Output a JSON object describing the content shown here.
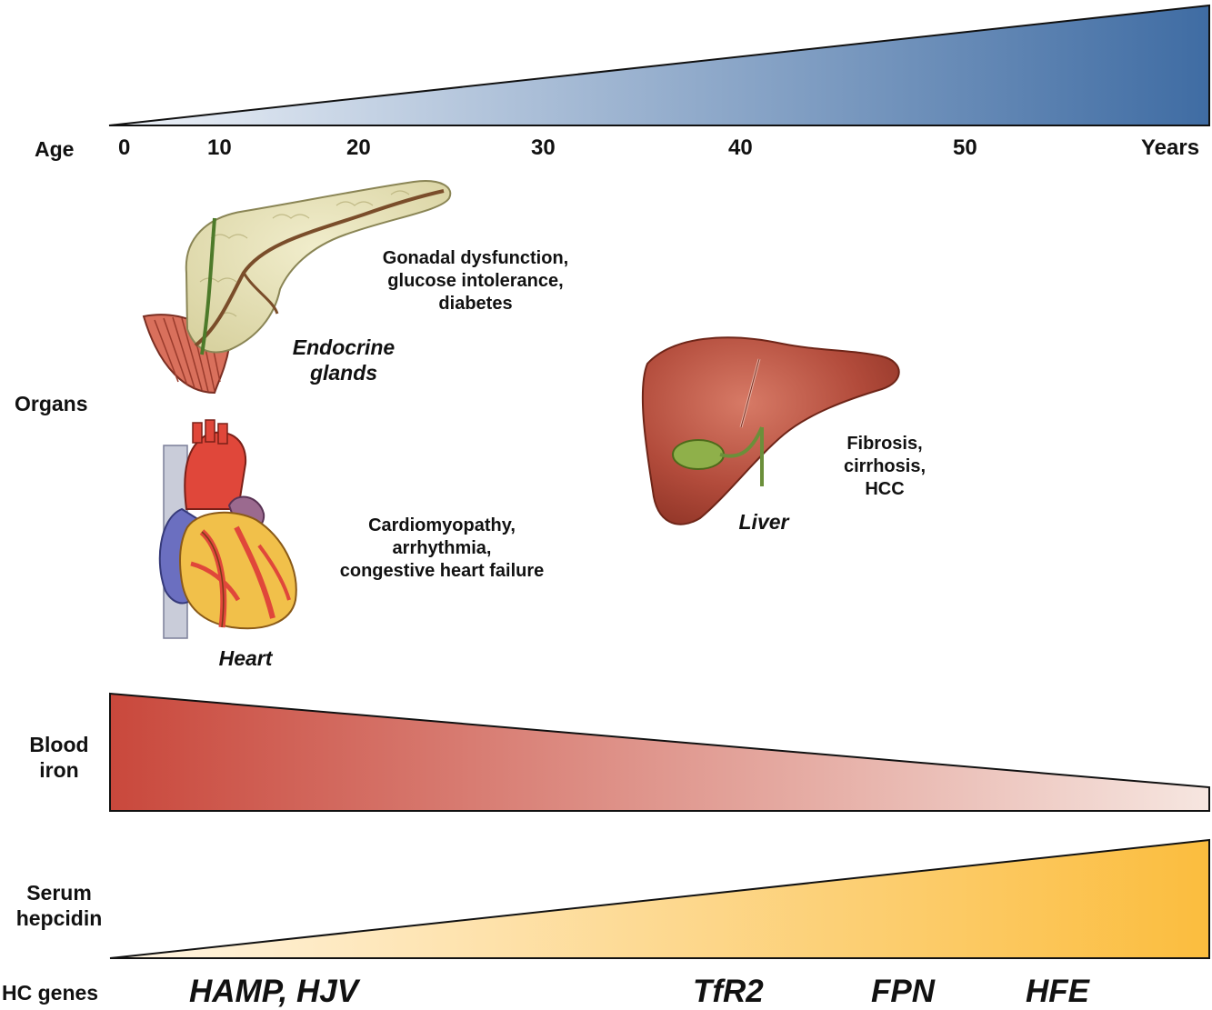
{
  "age_row": {
    "label": "Age",
    "ticks": [
      "0",
      "10",
      "20",
      "30",
      "40",
      "50",
      "Years"
    ],
    "color_start": "#eef2f8",
    "color_end": "#3f6ca3"
  },
  "organs_row": {
    "label": "Organs",
    "endocrine": {
      "name_line1": "Endocrine",
      "name_line2": "glands",
      "desc": [
        "Gonadal dysfunction,",
        "glucose intolerance,",
        "diabetes"
      ],
      "icon": "pancreas-icon"
    },
    "heart": {
      "name": "Heart",
      "desc": [
        "Cardiomyopathy,",
        "arrhythmia,",
        "congestive heart failure"
      ],
      "icon": "heart-icon"
    },
    "liver": {
      "name": "Liver",
      "desc": [
        "Fibrosis,",
        "cirrhosis,",
        "HCC"
      ],
      "icon": "liver-icon"
    }
  },
  "blood_iron_row": {
    "label_line1": "Blood",
    "label_line2": "iron",
    "color_start": "#c9483c",
    "color_end": "#f6e6e0"
  },
  "serum_hepcidin_row": {
    "label_line1": "Serum",
    "label_line2": "hepcidin",
    "color_start": "#fff5e4",
    "color_end": "#fbbd3e"
  },
  "genes_row": {
    "label": "HC genes",
    "genes": [
      "HAMP, HJV",
      "TfR2",
      "FPN",
      "HFE"
    ]
  }
}
